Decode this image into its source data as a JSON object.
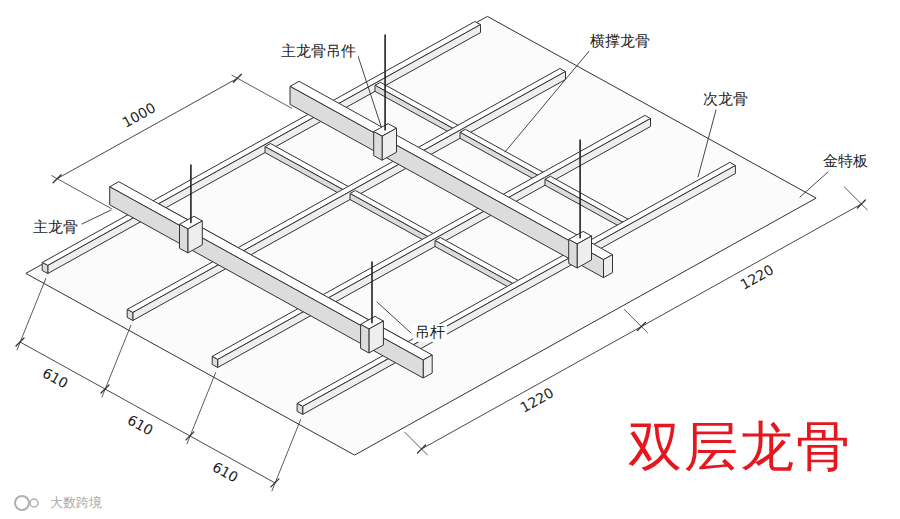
{
  "diagram": {
    "title": "双层龙骨",
    "labels": [
      "主龙骨吊件",
      "横撑龙骨",
      "次龙骨",
      "金特板",
      "1000",
      "主龙骨",
      "吊杆",
      "610",
      "610",
      "610",
      "1220",
      "1220",
      "大数跨境"
    ]
  }
}
